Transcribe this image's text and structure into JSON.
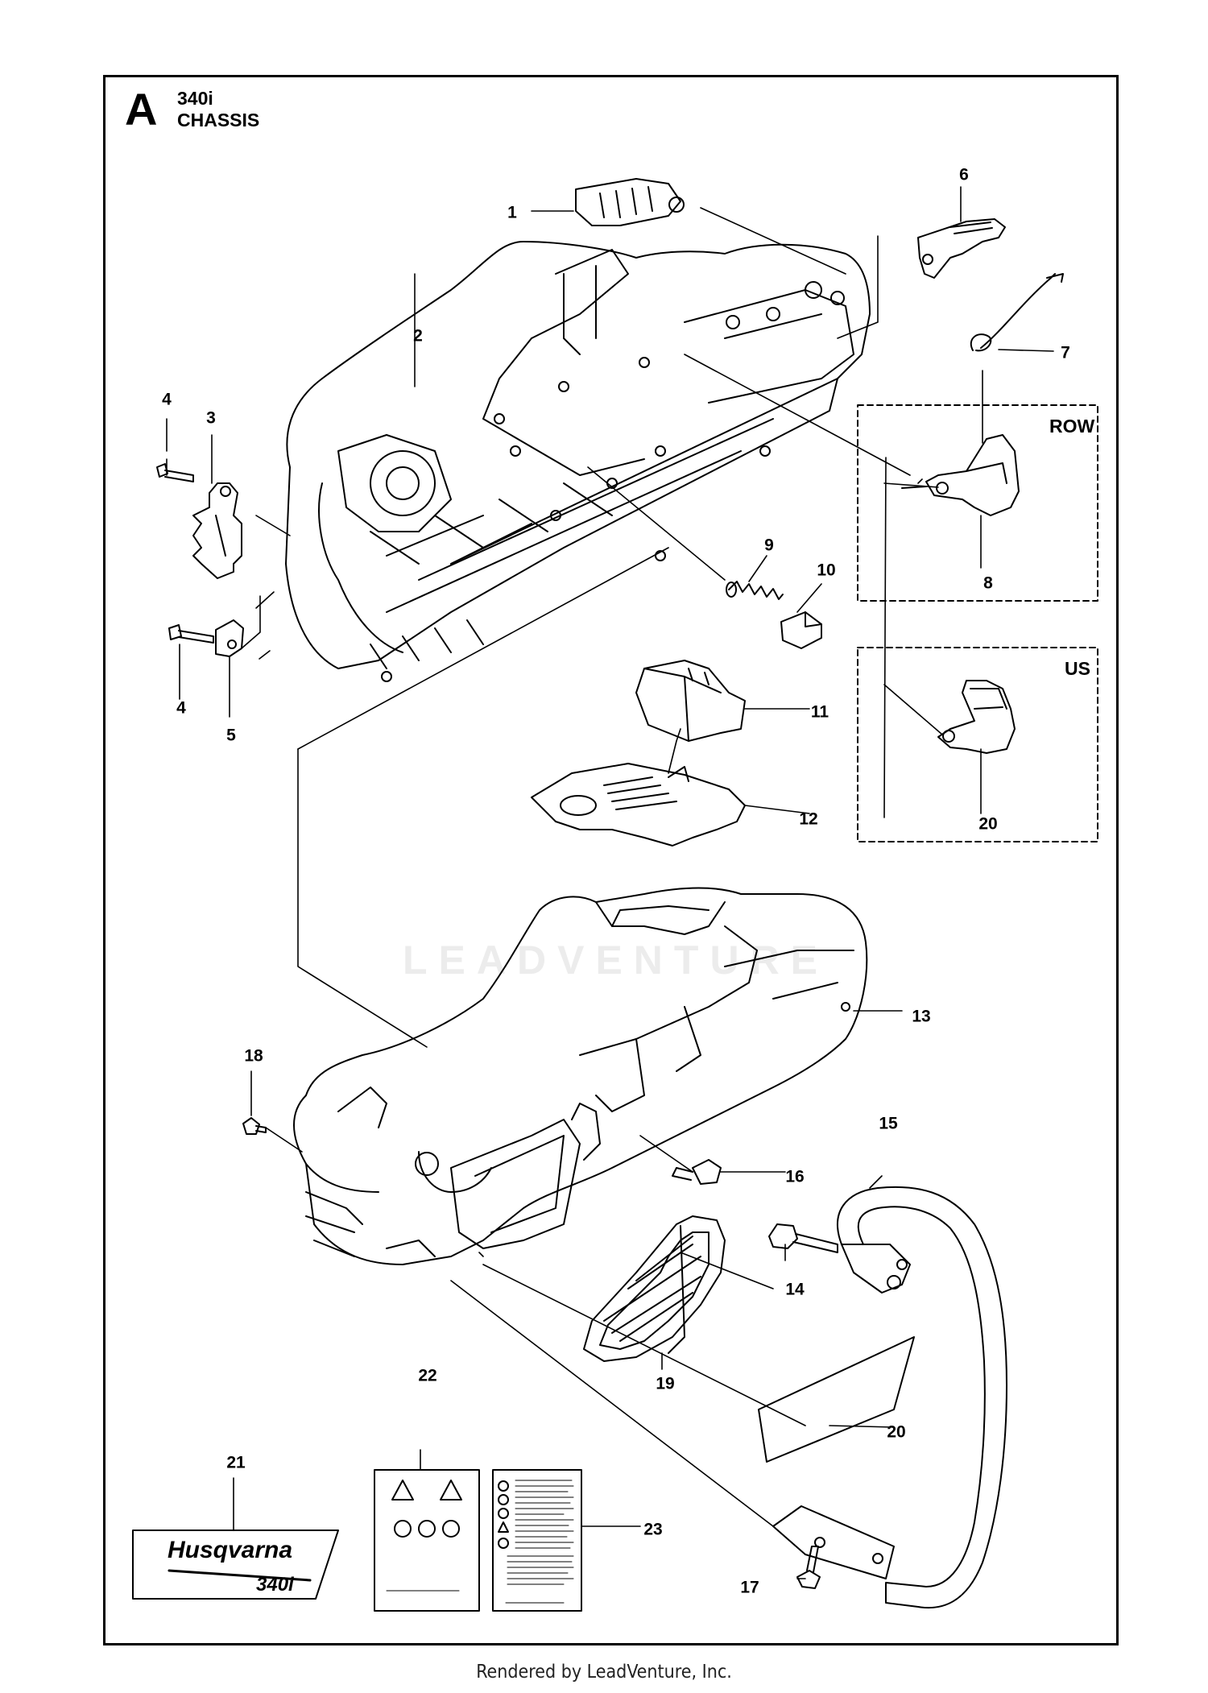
{
  "header": {
    "section_letter": "A",
    "model": "340i",
    "title": "CHASSIS"
  },
  "variant_boxes": [
    {
      "label": "ROW"
    },
    {
      "label": "US"
    }
  ],
  "callouts": [
    "1",
    "2",
    "3",
    "4",
    "4",
    "5",
    "6",
    "7",
    "8",
    "9",
    "10",
    "11",
    "12",
    "13",
    "14",
    "15",
    "16",
    "17",
    "18",
    "19",
    "20",
    "20",
    "21",
    "22",
    "23"
  ],
  "decal": {
    "brand": "Husqvarna",
    "model": "340i"
  },
  "watermark": "LEADVENTURE",
  "footer": "Rendered by LeadVenture, Inc.",
  "colors": {
    "line": "#000000",
    "background": "#ffffff",
    "watermark": "#ececec"
  }
}
